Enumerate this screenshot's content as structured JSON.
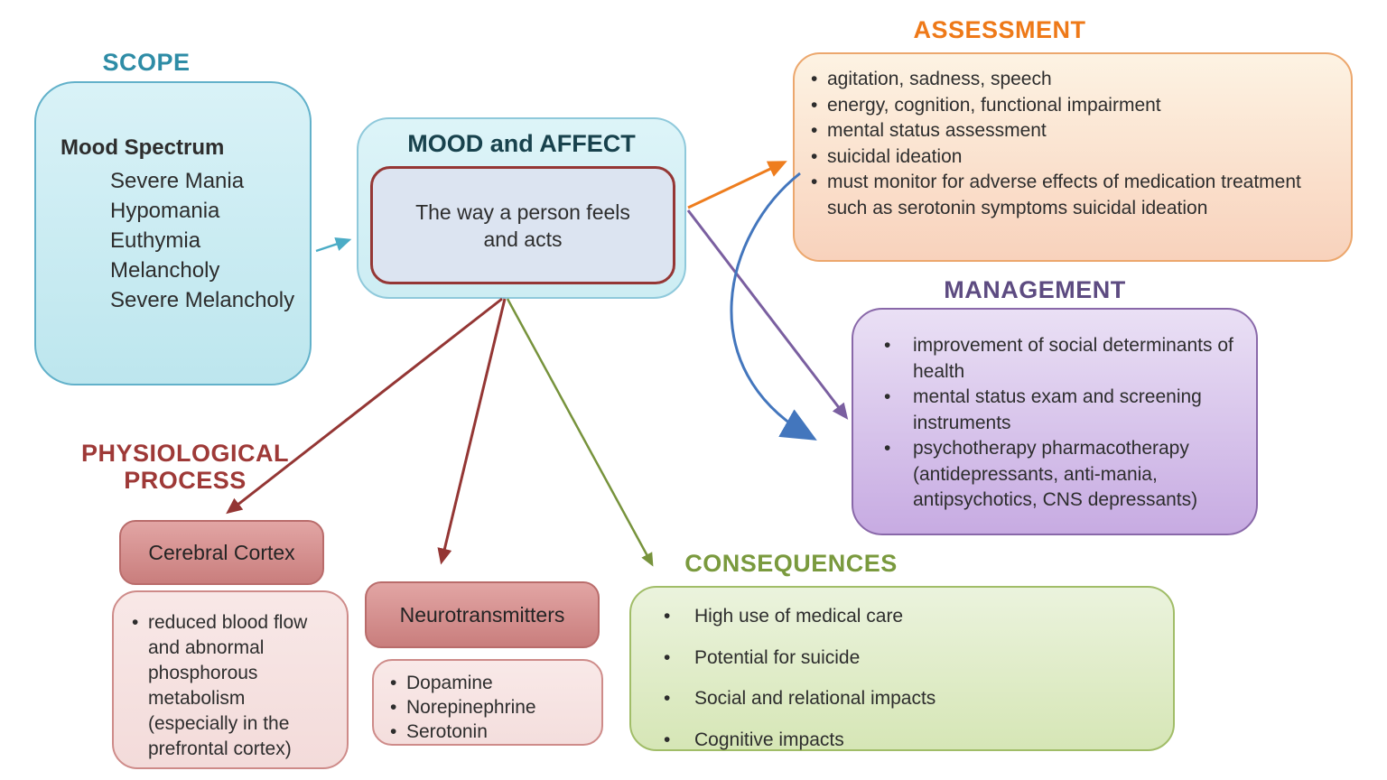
{
  "nodes": {
    "scope": {
      "heading": "SCOPE",
      "subtitle": "Mood Spectrum",
      "items": [
        "Severe Mania",
        "Hypomania",
        "Euthymia",
        "Melancholy",
        "Severe Melancholy"
      ]
    },
    "center": {
      "heading": "MOOD and AFFECT",
      "body": "The way a person feels and acts"
    },
    "assessment": {
      "heading": "ASSESSMENT",
      "items": [
        "agitation, sadness, speech",
        "energy, cognition, functional impairment",
        "mental status assessment",
        "suicidal ideation",
        "must monitor for adverse effects of medication treatment such as serotonin symptoms suicidal ideation"
      ]
    },
    "management": {
      "heading": "MANAGEMENT",
      "items": [
        "improvement of social determinants of health",
        "mental status exam and screening instruments",
        "psychotherapy pharmacotherapy (antidepressants, anti-mania, antipsychotics, CNS depressants)"
      ]
    },
    "physiological": {
      "heading": "PHYSIOLOGICAL PROCESS",
      "cerebral": {
        "title": "Cerebral Cortex",
        "items": [
          "reduced blood flow and abnormal phosphorous metabolism (especially in the prefrontal cortex)"
        ]
      },
      "neurotransmitters": {
        "title": "Neurotransmitters",
        "items": [
          "Dopamine",
          "Norepinephrine",
          "Serotonin"
        ]
      }
    },
    "consequences": {
      "heading": "CONSEQUENCES",
      "items": [
        "High use of medical care",
        "Potential for suicide",
        "Social and relational impacts",
        "Cognitive impacts"
      ]
    }
  },
  "edges": [
    {
      "from": "scope",
      "to": "mood-and-affect",
      "color": "#4bacc6"
    },
    {
      "from": "mood-and-affect",
      "to": "assessment",
      "color": "#ee7d1e"
    },
    {
      "from": "mood-and-affect",
      "to": "management",
      "color": "#7a5fa0"
    },
    {
      "from": "assessment",
      "to": "management",
      "color": "#4376bd"
    },
    {
      "from": "mood-and-affect",
      "to": "cerebral-cortex",
      "color": "#943634"
    },
    {
      "from": "mood-and-affect",
      "to": "neurotransmitters",
      "color": "#943634"
    },
    {
      "from": "mood-and-affect",
      "to": "consequences",
      "color": "#77933c"
    }
  ],
  "colors": {
    "scope_heading": "#2e8ca6",
    "center_heading": "#18424d",
    "assessment_heading": "#ee7918",
    "management_heading": "#5d4b81",
    "physiological_heading": "#9e3937",
    "consequences_heading": "#7a9a3e",
    "inner_box_border": "#953735",
    "arrow_cyan": "#4bacc6",
    "arrow_orange": "#ee7d1e",
    "arrow_purple": "#7a5fa0",
    "arrow_blue": "#4376bd",
    "arrow_dark_red": "#943634",
    "arrow_green": "#77933c"
  }
}
